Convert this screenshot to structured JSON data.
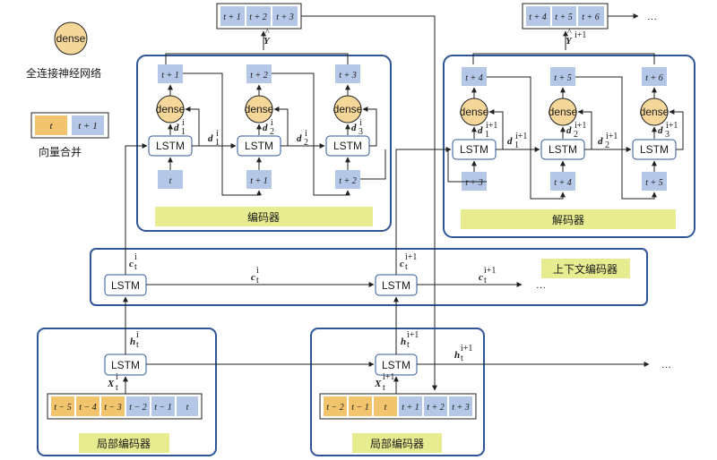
{
  "legend": {
    "dense_node": "dense",
    "dense_caption": "全连接神经网络",
    "merge_t": "t",
    "merge_t1": "t + 1",
    "merge_caption": "向量合并"
  },
  "encoder": {
    "title": "编码器",
    "lstm": "LSTM",
    "dense": "dense",
    "outputs": [
      "t + 1",
      "t + 2",
      "t + 3"
    ],
    "inputs": [
      "t",
      "t + 1",
      "t + 2"
    ],
    "d_labels": [
      "d",
      "d",
      "d"
    ],
    "d_subs": [
      "1",
      "2",
      "3"
    ],
    "d_sup": "i",
    "result": [
      "t + 1",
      "t + 2",
      "t + 3"
    ],
    "y_label": "Y"
  },
  "decoder": {
    "title": "解码器",
    "outputs": [
      "t + 4",
      "t + 5",
      "t + 6"
    ],
    "inputs": [
      "t + 3",
      "t + 4",
      "t + 5"
    ],
    "d_sup": "i+1",
    "result": [
      "t + 4",
      "t + 5",
      "t + 6"
    ],
    "ellipsis": "…"
  },
  "context": {
    "title": "上下文编码器",
    "c_label": "c",
    "sup_i": "i",
    "sup_i1": "i+1",
    "sub_t": "t",
    "ellipsis": "…"
  },
  "local": {
    "title": "局部编码器",
    "h_label": "h",
    "x_label": "X",
    "left_cells": [
      "t − 5",
      "t − 4",
      "t − 3",
      "t − 2",
      "t − 1",
      "t"
    ],
    "right_cells": [
      "t − 2",
      "t − 1",
      "t",
      "t + 1",
      "t + 2",
      "t + 3"
    ],
    "ellipsis": "…"
  },
  "colors": {
    "frame": "#2f5597",
    "cell_blue": "#b4c7e7",
    "cell_orange": "#f2c46d",
    "title_bg": "#e6ec8f",
    "dense_fill": "#f5d79a"
  }
}
